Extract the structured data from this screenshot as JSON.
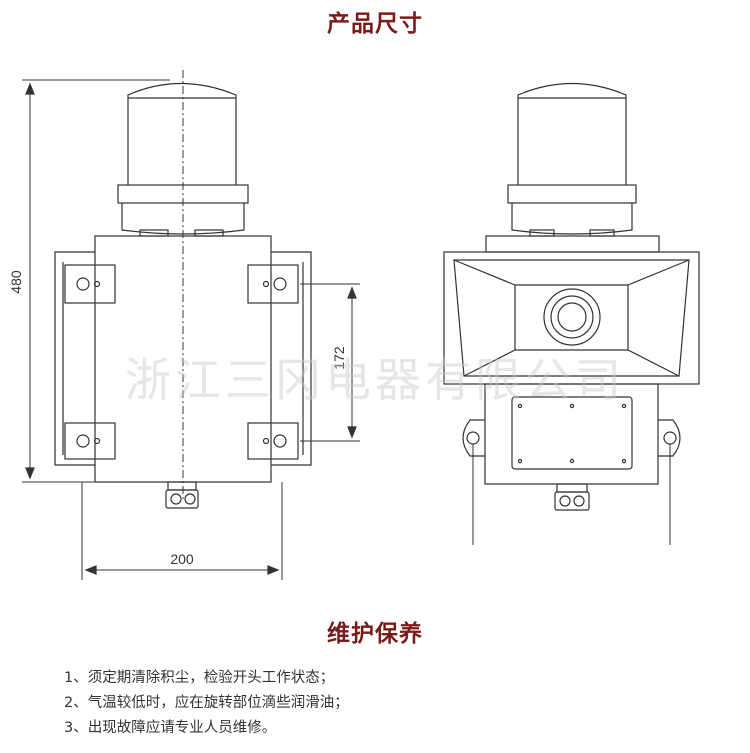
{
  "colors": {
    "heading": "#7a1a1a",
    "line": "#333333"
  },
  "section_size": {
    "title": "产品尺寸"
  },
  "dimensions": {
    "height": "480",
    "hole_spacing": "172",
    "width": "200"
  },
  "watermark": "浙江三冈电器有限公司",
  "section_maintenance": {
    "title": "维护保养",
    "items": [
      "1、须定期清除积尘，检验开头工作状态；",
      "2、气温较低时，应在旋转部位滴些润滑油；",
      "3、出现故障应请专业人员维修。"
    ]
  }
}
